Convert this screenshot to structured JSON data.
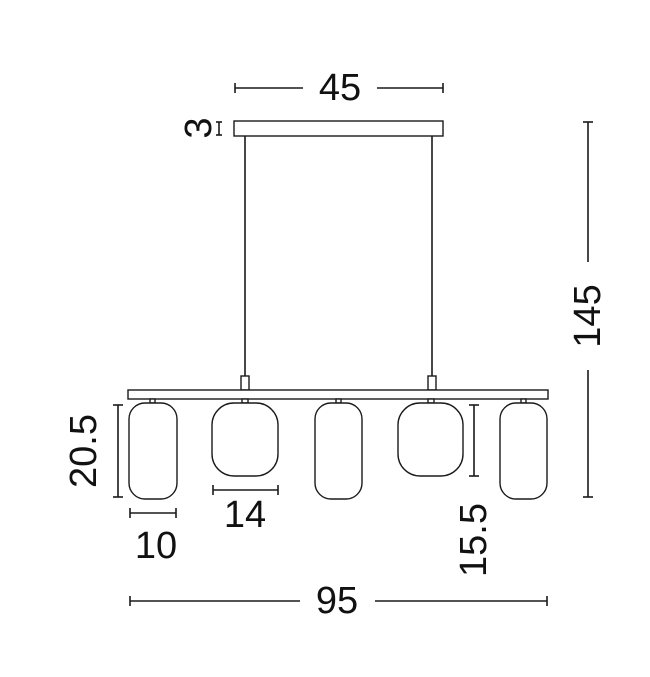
{
  "drawing": {
    "dimensions": {
      "canopy_width": "45",
      "canopy_height": "3",
      "total_height": "145",
      "tall_shade_height": "20.5",
      "tall_shade_width": "10",
      "round_shade_width": "14",
      "round_shade_height": "15.5",
      "total_width": "95"
    },
    "line_color": "#1a1a1a"
  }
}
